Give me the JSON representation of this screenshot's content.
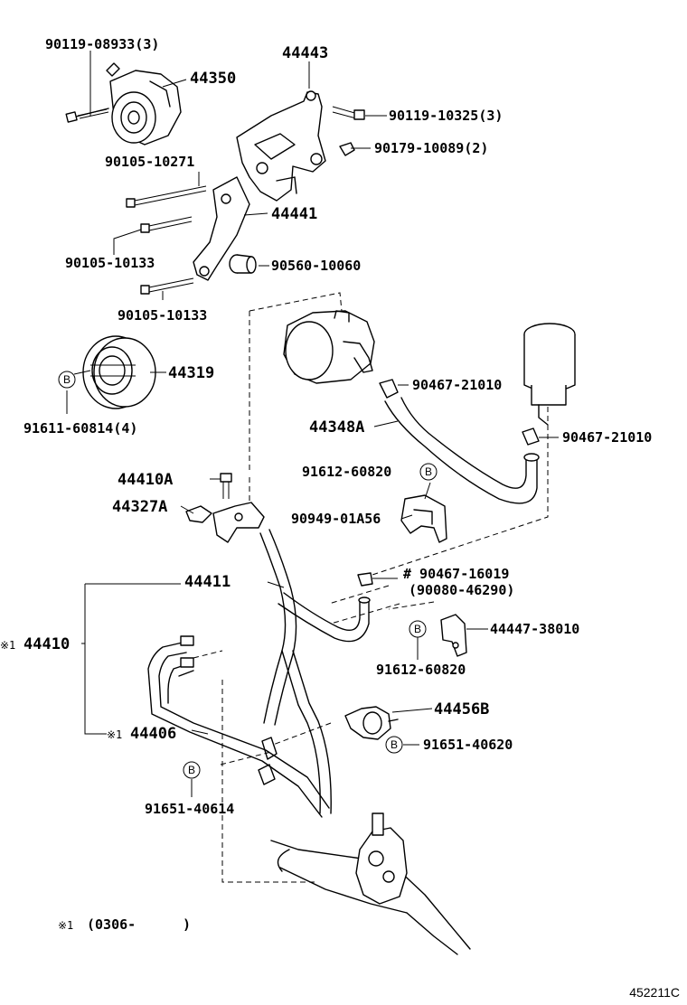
{
  "labels": {
    "p_90119_08933": "90119-08933(3)",
    "p_44350": "44350",
    "p_44443": "44443",
    "p_90119_10325": "90119-10325(3)",
    "p_90179_10089": "90179-10089(2)",
    "p_90105_10271": "90105-10271",
    "p_44441": "44441",
    "p_90105_10133_a": "90105-10133",
    "p_90560_10060": "90560-10060",
    "p_90105_10133_b": "90105-10133",
    "p_44319": "44319",
    "p_91611_60814": "91611-60814(4)",
    "p_90467_21010_a": "90467-21010",
    "p_44348A": "44348A",
    "p_90467_21010_b": "90467-21010",
    "p_91612_60820_a": "91612-60820",
    "p_44410A": "44410A",
    "p_44327A": "44327A",
    "p_90949_01A56": "90949-01A56",
    "p_44411": "44411",
    "p_90467_16019": "# 90467-16019",
    "p_90080_46290": "(90080-46290)",
    "p_44447_38010": "44447-38010",
    "p_44410": "44410",
    "p_91612_60820_b": "91612-60820",
    "p_44456B": "44456B",
    "p_44406": "44406",
    "p_91651_40620": "91651-40620",
    "p_91651_40614": "91651-40614"
  },
  "markers": {
    "b": "B",
    "note1": "※1",
    "note_range": "(0306-",
    "note_range_close": ")"
  },
  "figure_id": "452211C"
}
